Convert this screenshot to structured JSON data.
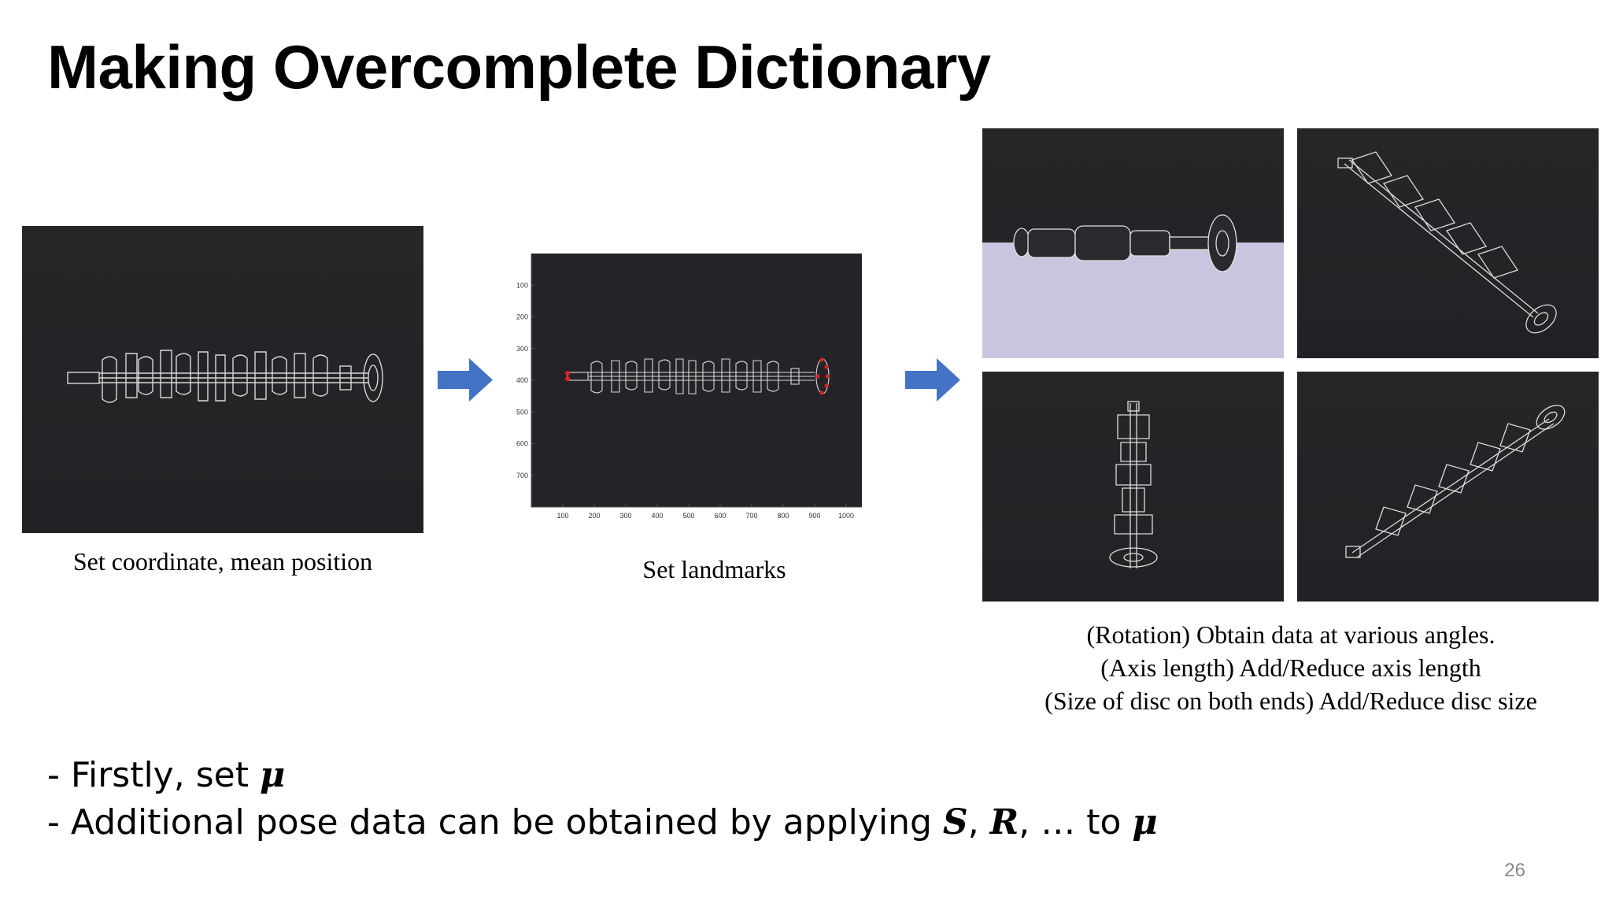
{
  "slide": {
    "title": "Making Overcomplete Dictionary",
    "page_number": "26"
  },
  "captions": {
    "step1": "Set coordinate, mean position",
    "step2": "Set landmarks",
    "step3_lines": [
      "(Rotation) Obtain data at various angles.",
      "(Axis length) Add/Reduce axis length",
      "(Size of disc on both ends) Add/Reduce disc size"
    ]
  },
  "plot": {
    "x_ticks": [
      "100",
      "200",
      "300",
      "400",
      "500",
      "600",
      "700",
      "800",
      "900",
      "1000"
    ],
    "y_ticks": [
      "100",
      "200",
      "300",
      "400",
      "500",
      "600",
      "700"
    ]
  },
  "bullets": {
    "line1_text": "- Firstly, set ",
    "line1_math": "μ",
    "line2_text": "- Additional pose data can be obtained by applying ",
    "line2_math_s": "S",
    "line2_sep": ", ",
    "line2_math_r": "R",
    "line2_tail": ", … to ",
    "line2_math_mu": "μ"
  },
  "colors": {
    "panel_bg": "#242428",
    "arrow": "#4472c4",
    "landmark": "#e02020",
    "floor": "#c8c6de"
  },
  "icons": [
    "right-arrow-icon",
    "right-arrow-icon"
  ]
}
